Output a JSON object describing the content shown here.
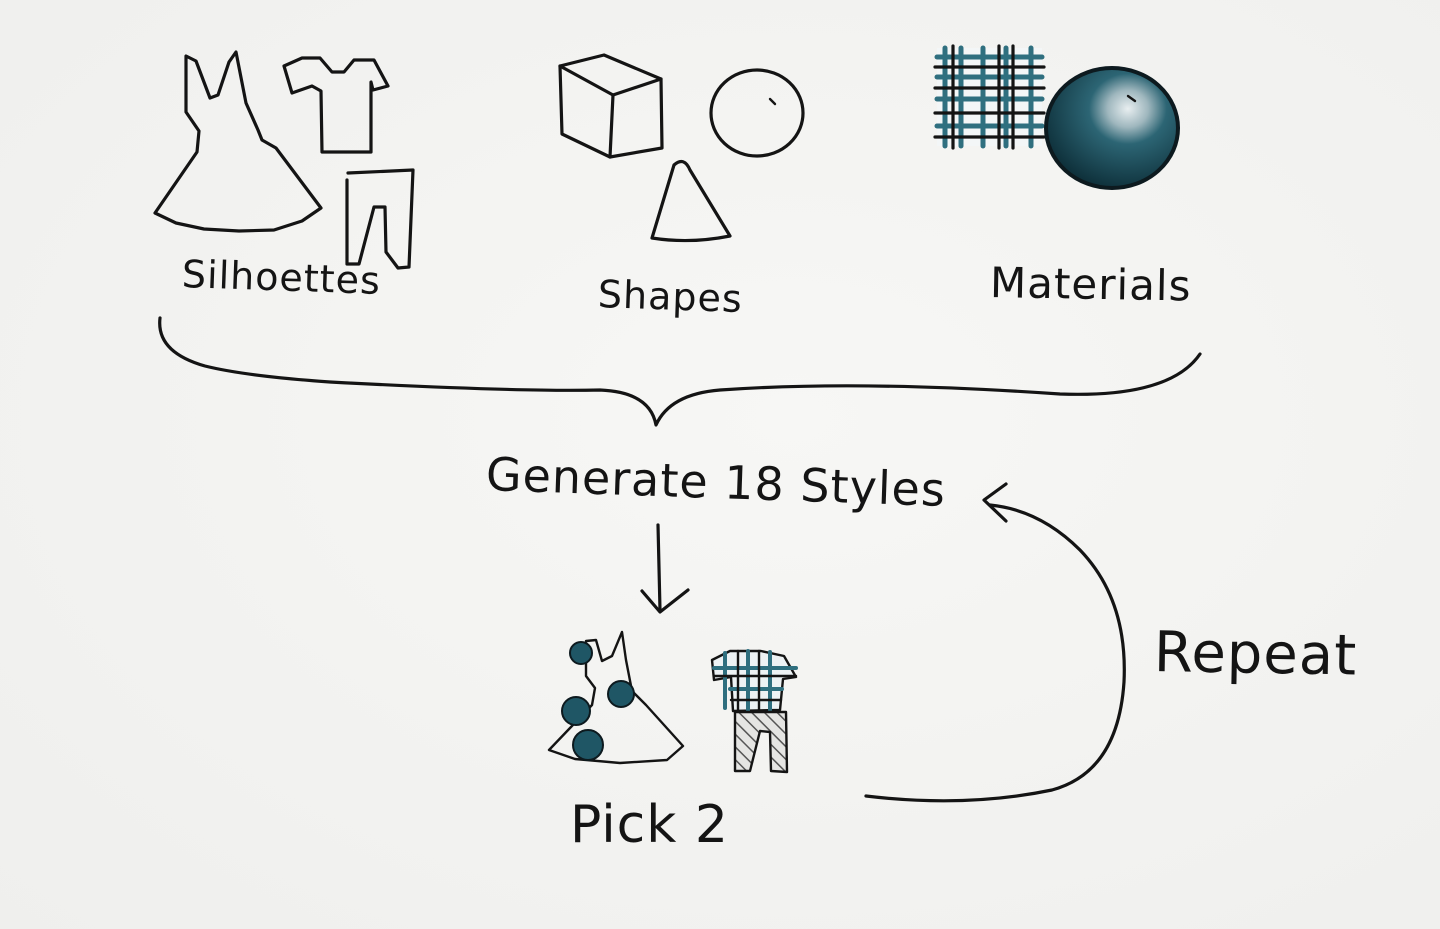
{
  "labels": {
    "silhouettes": "Silhoettes",
    "shapes": "Shapes",
    "materials": "Materials",
    "generate": "Generate 18 Styles",
    "pick": "Pick 2",
    "repeat": "Repeat"
  },
  "colors": {
    "ink": "#141414",
    "teal": "#1f5665",
    "paper": "#f4f4f2"
  },
  "icons": [
    "dress-icon",
    "tshirt-icon",
    "pants-icon",
    "cube-icon",
    "circle-icon",
    "cone-icon",
    "plaid-swatch-icon",
    "shaded-sphere-icon",
    "polka-dress-icon",
    "plaid-outfit-icon"
  ]
}
